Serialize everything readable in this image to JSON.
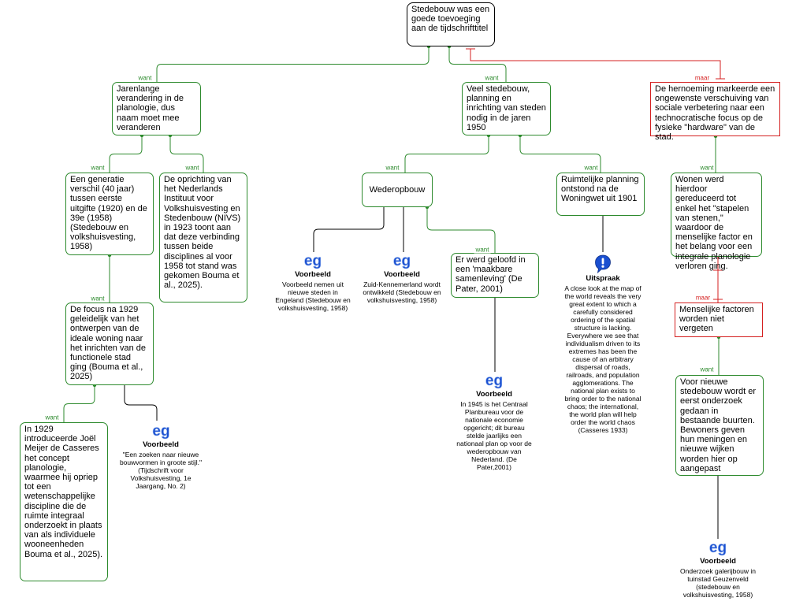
{
  "colors": {
    "support": "#2d8a2d",
    "objection": "#d42020",
    "root": "#000000",
    "icon": "#1a4fd0"
  },
  "connectors": {
    "support": "want",
    "objection": "maar"
  },
  "nodes": {
    "root": "Stedebouw was een goede toevoeging aan de tijdschrifttitel",
    "jarenlange": "Jarenlange verandering in de planologie, dus naam moet mee veranderen",
    "veel": "Veel stedebouw, planning en inrichting van steden nodig in de jaren 1950",
    "hernoeming": "De hernoeming markeerde een ongewenste verschuiving van sociale verbetering naar een technocratische focus op de fysieke \"hardware\" van de stad.",
    "generatie": "Een generatie verschil (40 jaar) tussen eerste uitgifte (1920) en de 39e (1958) (Stedebouw en volkshuisvesting, 1958)",
    "oprichting": "De oprichting van het Nederlands Instituut voor Volkshuisvesting en Stedenbouw (NIVS) in 1923 toont aan dat deze verbinding tussen beide disciplines al voor 1958 tot stand was gekomen Bouma et al., 2025).",
    "wederopbouw": "Wederopbouw",
    "ruimtelijke": "Ruimtelijke planning ontstond na de Woningwet uit 1901",
    "wonen": "Wonen werd hierdoor gereduceerd tot enkel het \"stapelen van stenen,\" waardoor de menselijke factor en het belang voor een integrale planologie verloren ging.",
    "focus": "De focus na 1929 geleidelijk van het ontwerpen van de ideale woning naar het inrichten van de functionele stad ging (Bouma et al., 2025)",
    "maakbare": "Er werd geloofd in een 'maakbare samenleving' (De Pater, 2001)",
    "menselijke": "Menselijke factoren worden niet vergeten",
    "meijer": "In 1929 introduceerde Joël Meijer de Casseres het concept planologie, waarmee hij opriep tot een wetenschappelijke discipline die de ruimte integraal onderzoekt in plaats van als individuele wooneenheden Bouma et al., 2025).",
    "nieuwe": "Voor nieuwe stedebouw wordt er eerst onderzoek gedaan in bestaande buurten. Bewoners geven hun meningen en nieuwe wijken worden hier op aangepast"
  },
  "notes": {
    "ex1": {
      "icon": "eg",
      "title": "Voorbeeld",
      "body": "\"Een zoeken naar nieuwe bouwvormen in groote stijl.\" (Tijdschrift voor Volkshuisvesting, 1e Jaargang, No. 2)"
    },
    "ex2": {
      "icon": "eg",
      "title": "Voorbeeld",
      "body": "Voorbeeld nemen uit nieuwe steden in Engeland (Stedebouw en volkshuisvesting, 1958)"
    },
    "ex3": {
      "icon": "eg",
      "title": "Voorbeeld",
      "body": "Zuid-Kennemerland wordt ontwikkeld (Stedebouw en volkshuisvesting, 1958)"
    },
    "ex4": {
      "icon": "eg",
      "title": "Voorbeeld",
      "body": "In 1945 is het Centraal Planbureau voor de nationale economie opgericht; dit bureau stelde jaarlijks een nationaal plan op voor de wederopbouw van Nederland. (De Pater,2001)"
    },
    "quote": {
      "icon": "exclamation",
      "title": "Uitspraak",
      "body": "A close look at the map of the world reveals the very great extent to which a carefully considered ordering of the spatial structure is lacking. Everywhere we see that individualism driven to its extremes has been the cause of an arbitrary dispersal of roads, railroads, and population agglomerations. The national plan exists to bring order to the national chaos; the international, the world plan will help order the world chaos (Casseres 1933)"
    },
    "ex5": {
      "icon": "eg",
      "title": "Voorbeeld",
      "body": "Onderzoek galerijbouw in tuinstad Geuzenveld (stedebouw en volkshuisvesting, 1958)"
    }
  }
}
